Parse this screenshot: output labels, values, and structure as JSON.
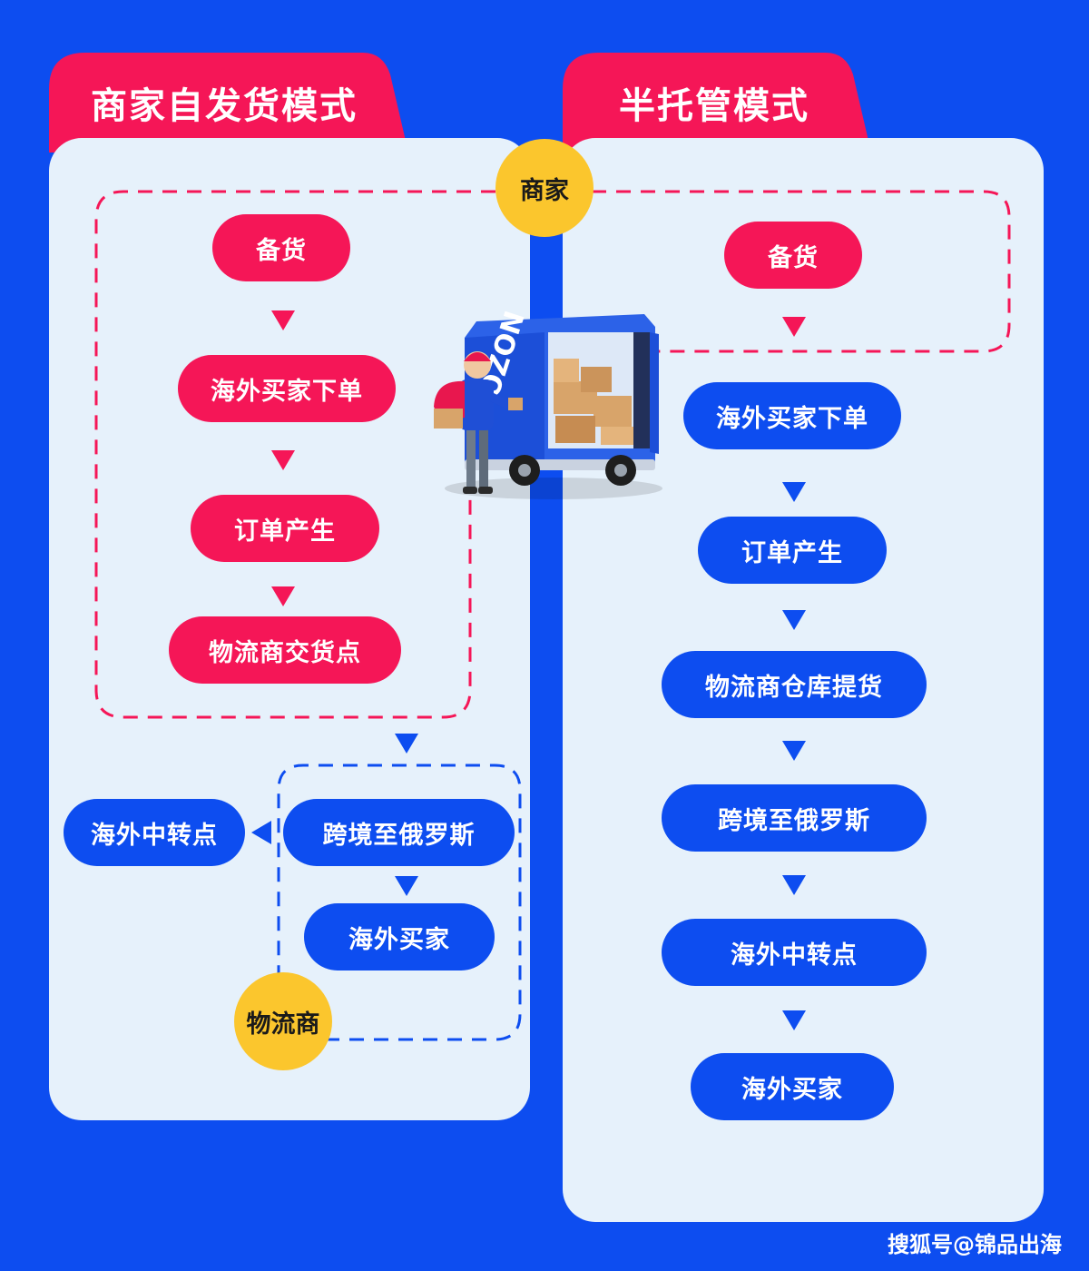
{
  "left_panel": {
    "title": "商家自发货模式",
    "merchant_steps": [
      "备货",
      "海外买家下单",
      "订单产生",
      "物流商交货点"
    ],
    "logistics_steps": [
      "跨境至俄罗斯",
      "海外买家"
    ],
    "side_node": "海外中转点",
    "logistics_badge": "物流商"
  },
  "right_panel": {
    "title": "半托管模式",
    "merchant_steps": [
      "备货"
    ],
    "platform_steps": [
      "海外买家下单",
      "订单产生",
      "物流商仓库提货",
      "跨境至俄罗斯",
      "海外中转点",
      "海外买家"
    ]
  },
  "merchant_badge": "商家",
  "illustration": {
    "name": "delivery-van",
    "logo_text": "OZON"
  },
  "watermark": "搜狐号@锦品出海",
  "colors": {
    "background": "#0D4DF0",
    "panel": "#E6F1FB",
    "accent_red": "#F51657",
    "accent_blue": "#0D4DF0",
    "badge": "#FBC62D"
  }
}
